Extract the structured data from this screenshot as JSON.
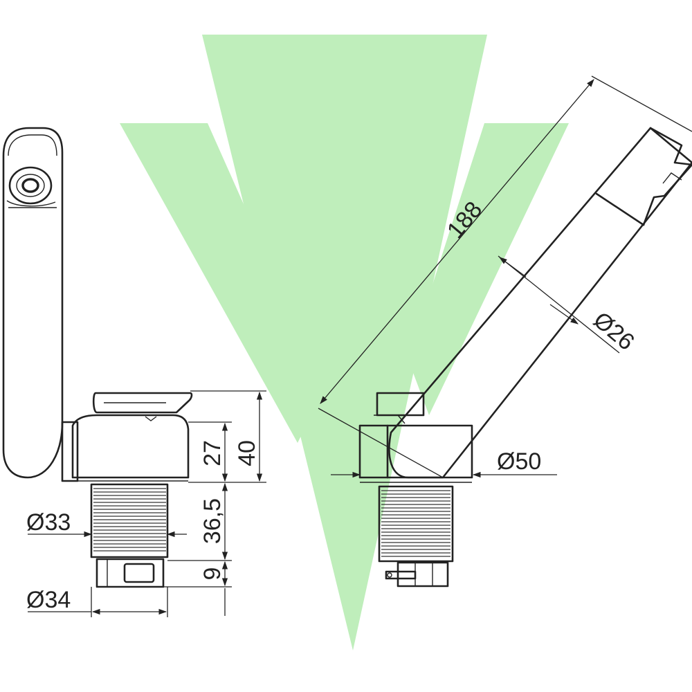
{
  "watermark": {
    "color": "#bfeebb",
    "name": "v-logo-watermark"
  },
  "colors": {
    "line": "#222222",
    "background": "#ffffff"
  },
  "dimensions": {
    "left_view": {
      "height_total": "40",
      "height_body": "27",
      "height_thread": "36,5",
      "height_bottom": "9",
      "diameter_thread": "Ø33",
      "diameter_bottom": "Ø34"
    },
    "right_view": {
      "length_spout": "188",
      "diameter_spout": "Ø26",
      "diameter_base": "Ø50"
    }
  }
}
